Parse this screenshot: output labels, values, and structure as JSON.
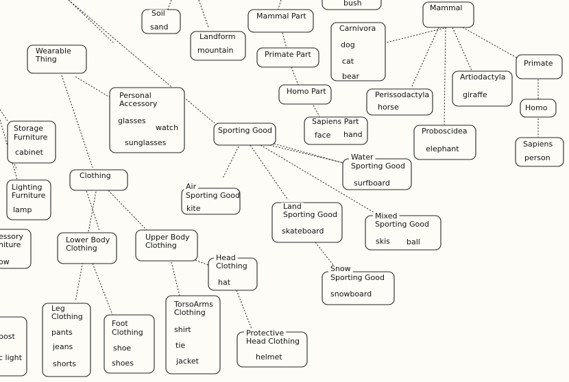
{
  "nodes": [
    {
      "id": "soil",
      "label": [
        "Soil"
      ],
      "items": [
        "sand"
      ]
    },
    {
      "id": "landform",
      "label": [
        "Landform"
      ],
      "items": [
        "mountain"
      ]
    },
    {
      "id": "bush-box",
      "label": [],
      "items": [
        "bush"
      ]
    },
    {
      "id": "mammal-part",
      "label": [
        "Mammal Part"
      ],
      "items": []
    },
    {
      "id": "primate-part",
      "label": [
        "Primate Part"
      ],
      "items": []
    },
    {
      "id": "homo-part",
      "label": [
        "Homo Part"
      ],
      "items": []
    },
    {
      "id": "sapiens-part",
      "label": [
        "Sapiens Part"
      ],
      "items": [
        "face",
        "hand"
      ]
    },
    {
      "id": "mammal",
      "label": [
        "Mammal"
      ],
      "items": []
    },
    {
      "id": "carnivora",
      "label": [
        "Carnivora"
      ],
      "items": [
        "dog",
        "cat",
        "bear"
      ]
    },
    {
      "id": "perissodactyla",
      "label": [
        "Perissodactyla"
      ],
      "items": [
        "horse"
      ]
    },
    {
      "id": "artiodactyla",
      "label": [
        "Artiodactyla"
      ],
      "items": [
        "giraffe"
      ]
    },
    {
      "id": "proboscidea",
      "label": [
        "Proboscidea"
      ],
      "items": [
        "elephant"
      ]
    },
    {
      "id": "primate",
      "label": [
        "Primate"
      ],
      "items": []
    },
    {
      "id": "homo",
      "label": [
        "Homo"
      ],
      "items": []
    },
    {
      "id": "sapiens",
      "label": [
        "Sapiens"
      ],
      "items": [
        "person"
      ]
    },
    {
      "id": "wearable-thing",
      "label": [
        "Wearable",
        "Thing"
      ],
      "items": []
    },
    {
      "id": "personal-accessory",
      "label": [
        "Personal",
        "Accessory"
      ],
      "items": [
        "glasses",
        "watch",
        "sunglasses"
      ]
    },
    {
      "id": "storage-furniture",
      "label": [
        "Storage",
        "Furniture"
      ],
      "items": [
        "cabinet"
      ]
    },
    {
      "id": "lighting-furniture",
      "label": [
        "Lighting",
        "Furniture"
      ],
      "items": [
        "lamp"
      ]
    },
    {
      "id": "accessory-furniture",
      "label": [
        "essory",
        "niture"
      ],
      "items": [
        "ow"
      ]
    },
    {
      "id": "left-partial",
      "label": [],
      "items": [
        "post",
        "c light"
      ]
    },
    {
      "id": "clothing",
      "label": [
        "Clothing"
      ],
      "items": []
    },
    {
      "id": "lower-body-clothing",
      "label": [
        "Lower Body",
        "Clothing"
      ],
      "items": []
    },
    {
      "id": "upper-body-clothing",
      "label": [
        "Upper Body",
        "Clothing"
      ],
      "items": []
    },
    {
      "id": "leg-clothing",
      "label": [
        "Leg",
        "Clothing"
      ],
      "items": [
        "pants",
        "jeans",
        "shorts"
      ]
    },
    {
      "id": "foot-clothing",
      "label": [
        "Foot",
        "Clothing"
      ],
      "items": [
        "shoe",
        "shoes"
      ]
    },
    {
      "id": "torsoarms-clothing",
      "label": [
        "TorsoArms",
        "Clothing"
      ],
      "items": [
        "shirt",
        "tie",
        "jacket"
      ]
    },
    {
      "id": "head-clothing",
      "label": [
        "Head",
        "Clothing"
      ],
      "items": [
        "hat"
      ]
    },
    {
      "id": "protective-head-clothing",
      "label": [
        "Protective",
        "Head Clothing"
      ],
      "items": [
        "helmet"
      ]
    },
    {
      "id": "sporting-good",
      "label": [
        "Sporting Good"
      ],
      "items": []
    },
    {
      "id": "air-sporting-good",
      "label": [
        "Air",
        "Sporting Good"
      ],
      "items": [
        "kite"
      ]
    },
    {
      "id": "water-sporting-good",
      "label": [
        "Water",
        "Sporting Good"
      ],
      "items": [
        "surfboard"
      ]
    },
    {
      "id": "land-sporting-good",
      "label": [
        "Land",
        "Sporting Good"
      ],
      "items": [
        "skateboard"
      ]
    },
    {
      "id": "mixed-sporting-good",
      "label": [
        "Mixed",
        "Sporting Good"
      ],
      "items": [
        "skis",
        "ball"
      ]
    },
    {
      "id": "snow-sporting-good",
      "label": [
        "Snow",
        "Sporting Good"
      ],
      "items": [
        "snowboard"
      ]
    }
  ]
}
